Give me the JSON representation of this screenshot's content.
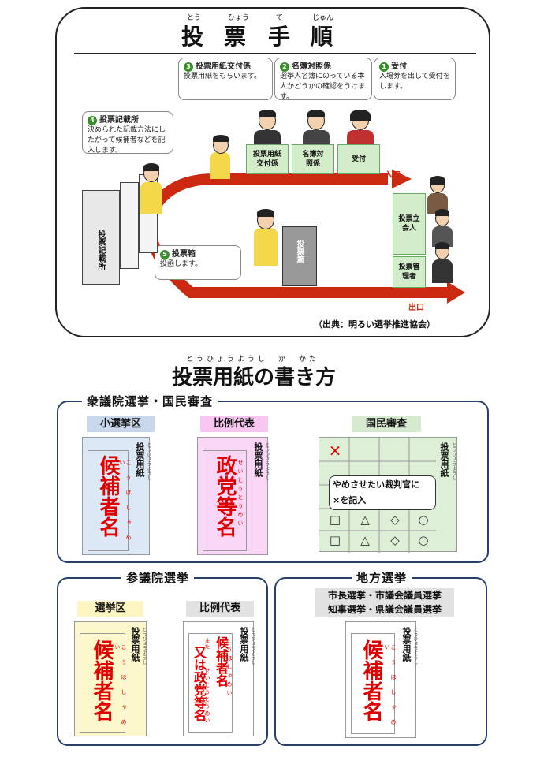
{
  "procedure": {
    "title_chars": [
      "投",
      "票",
      "手",
      "順"
    ],
    "title_ruby": [
      "とう",
      "ひょう",
      "て",
      "じゅん"
    ],
    "steps": [
      {
        "num": "1",
        "title": "受付",
        "text": "入場券を出して受付をします。"
      },
      {
        "num": "2",
        "title": "名簿対照係",
        "text": "選挙人名簿にのっている本人かどうかの確認をうけます。"
      },
      {
        "num": "3",
        "title": "投票用紙交付係",
        "text": "投票用紙をもらいます。"
      },
      {
        "num": "4",
        "title": "投票記載所",
        "text": "決められた記載方法にしたがって候補者などを記入します。"
      },
      {
        "num": "5",
        "title": "投票箱",
        "text": "投函します。"
      }
    ],
    "desks": {
      "kofu": "投票用紙交付係",
      "meibo": "名簿対照係",
      "uketsuke": "受付",
      "tachiai": "投票立会人",
      "kanri": "投票管理者",
      "booth": "投票記載所",
      "box": "投票箱"
    },
    "entrance": "入口",
    "exit": "出口",
    "source": "（出典：明るい選挙推進協会）"
  },
  "howto": {
    "title": "投票用紙の書き方",
    "title_ruby": "とうひょうようし　か　かた",
    "shugiin": {
      "title": "衆議院選挙・国民審査",
      "small_district": "小選挙区",
      "proportional": "比例代表",
      "review": "国民審査"
    },
    "sangiin": {
      "title": "参議院選挙",
      "district": "選挙区",
      "proportional": "比例代表"
    },
    "local": {
      "title": "地方選挙",
      "line1": "市長選挙・市議会議員選挙",
      "line2": "知事選挙・県議会議員選挙"
    },
    "ballot_label": "投票用紙",
    "ballot_ruby": "とうひょうようし",
    "candidate": "候補者名",
    "candidate_ruby": "こうほしゃめい",
    "party": "政党等名",
    "party_ruby": "せいとうとうめい",
    "or_prefix": "又は",
    "or_ruby": "また",
    "review_note_line1": "やめさせたい裁判官に",
    "review_note_line2": "×を記入",
    "review_mark": "×",
    "review_symbols": [
      "□",
      "△",
      "◇",
      "○"
    ]
  },
  "colors": {
    "red": "#e00000",
    "green": "#3a8e2c",
    "navy": "#2a3e6a",
    "arrow": "#cc2a10"
  }
}
